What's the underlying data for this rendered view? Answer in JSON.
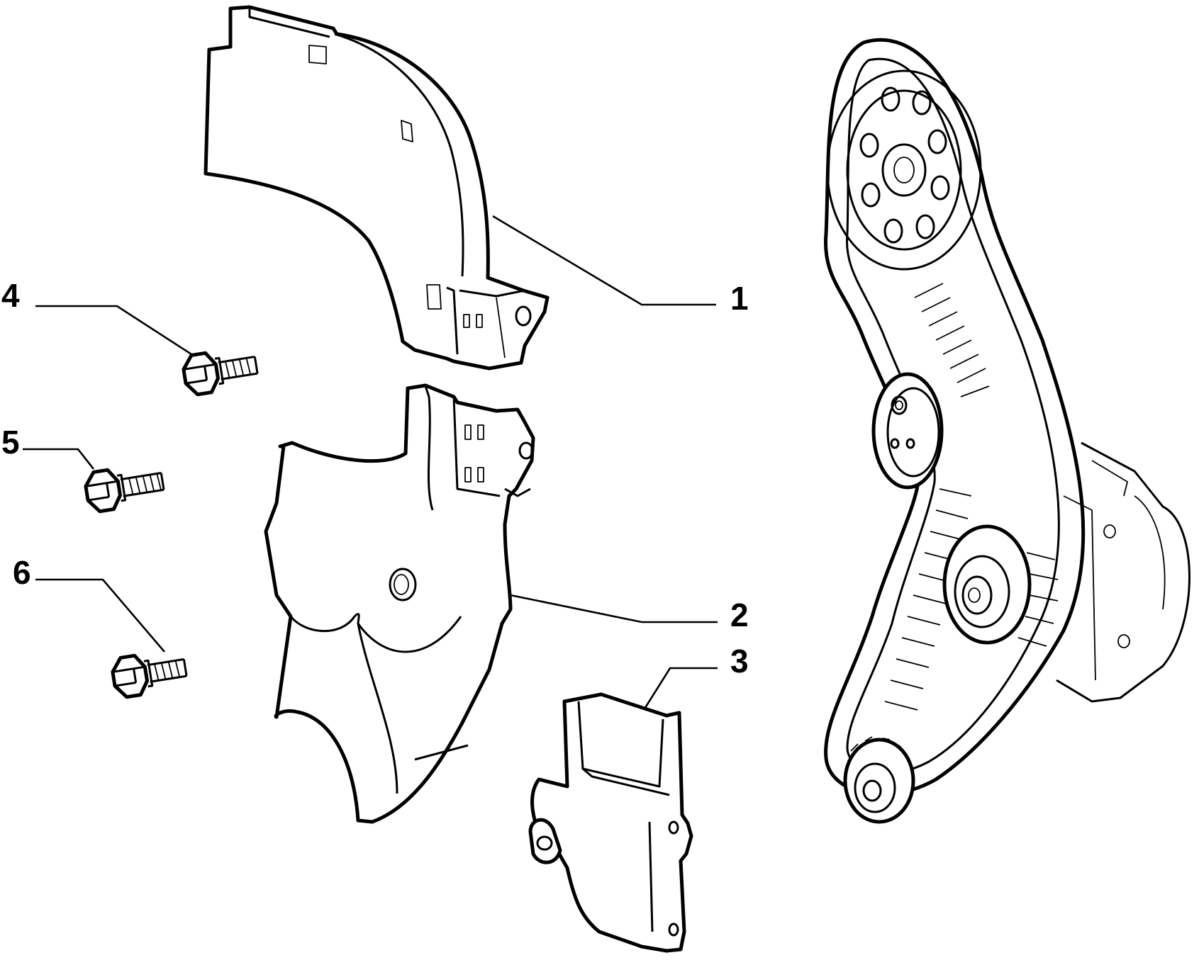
{
  "callouts": {
    "c1": "1",
    "c2": "2",
    "c3": "3",
    "c4": "4",
    "c5": "5",
    "c6": "6"
  },
  "colors": {
    "ink": "#000000",
    "paper": "#ffffff"
  }
}
